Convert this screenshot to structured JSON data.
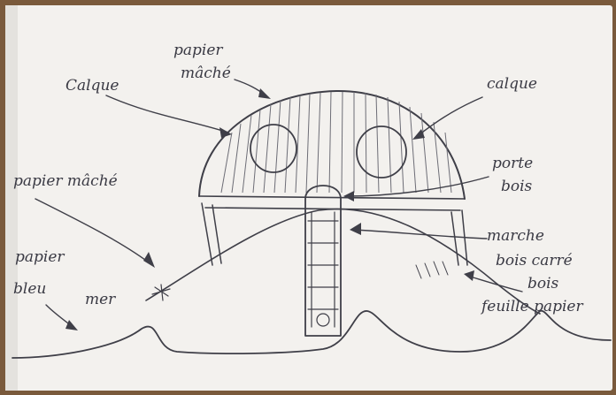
{
  "drawing": {
    "labels": {
      "calque_left": "Calque",
      "calque_right": "calque",
      "papier_mache_top_1": "papier",
      "papier_mache_top_2": "mâché",
      "papier_mache_left": "papier mâché",
      "papier_bleu_1": "papier",
      "papier_bleu_2": "bleu",
      "mer": "mer",
      "porte_bois_1": "porte",
      "porte_bois_2": "bois",
      "marche_bois_1": "marche",
      "marche_bois_2": "bois carré",
      "bois_feuille_1": "bois",
      "bois_feuille_2": "feuille papier"
    }
  },
  "colors": {
    "paper": "#f3f1ee",
    "ink": "#3f3f48",
    "table": "#7a5a3c"
  }
}
